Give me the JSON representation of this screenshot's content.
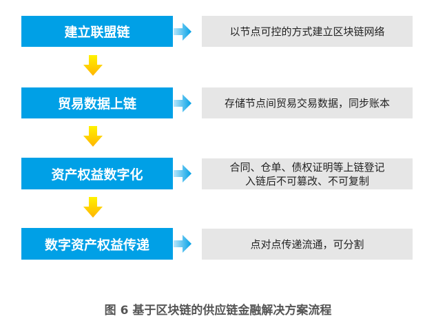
{
  "steps": [
    {
      "label": "建立联盟链",
      "desc": [
        "以节点可控的方式建立区块链网络"
      ]
    },
    {
      "label": "贸易数据上链",
      "desc": [
        "存储节点间贸易交易数据，同步账本"
      ]
    },
    {
      "label": "资产权益数字化",
      "desc": [
        "合同、仓单、债权证明等上链登记",
        "入链后不可篡改、不可复制"
      ]
    },
    {
      "label": "数字资产权益传递",
      "desc": [
        "点对点传递流通，可分割"
      ]
    }
  ],
  "caption": "图 6 基于区块链的供应链金融解决方案流程",
  "colors": {
    "step": "#00a0e6",
    "desc": "#e6e6e6",
    "down_arrow": "#ffc800"
  }
}
